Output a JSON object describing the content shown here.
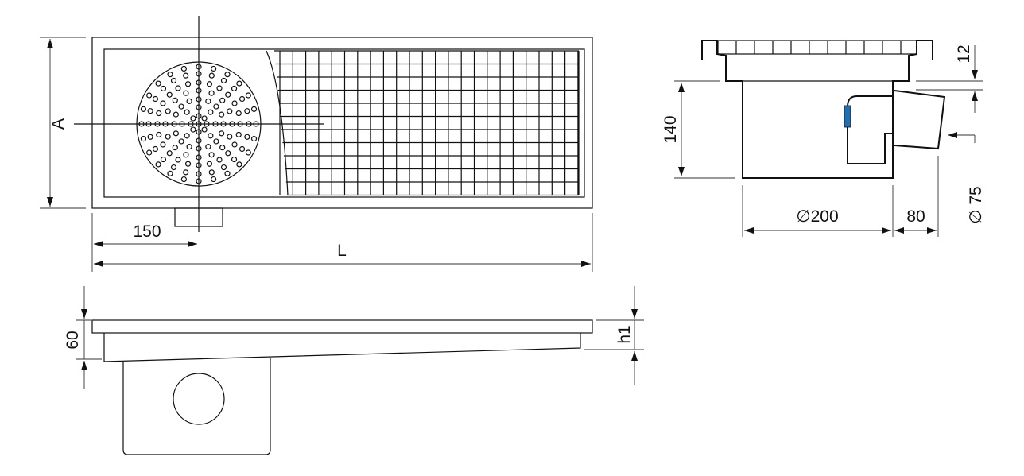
{
  "top_view": {
    "dim_width": "A",
    "dim_outlet_offset": "150",
    "dim_length": "L"
  },
  "side_view": {
    "dim_height": "60",
    "dim_h1": "h1"
  },
  "section_view": {
    "dim_depth": "140",
    "dim_flange": "12",
    "dim_diameter": "∅200",
    "dim_outlet_length": "80",
    "dim_outlet_diameter": "∅ 75"
  },
  "colors": {
    "seal": "#1f6fb2"
  }
}
